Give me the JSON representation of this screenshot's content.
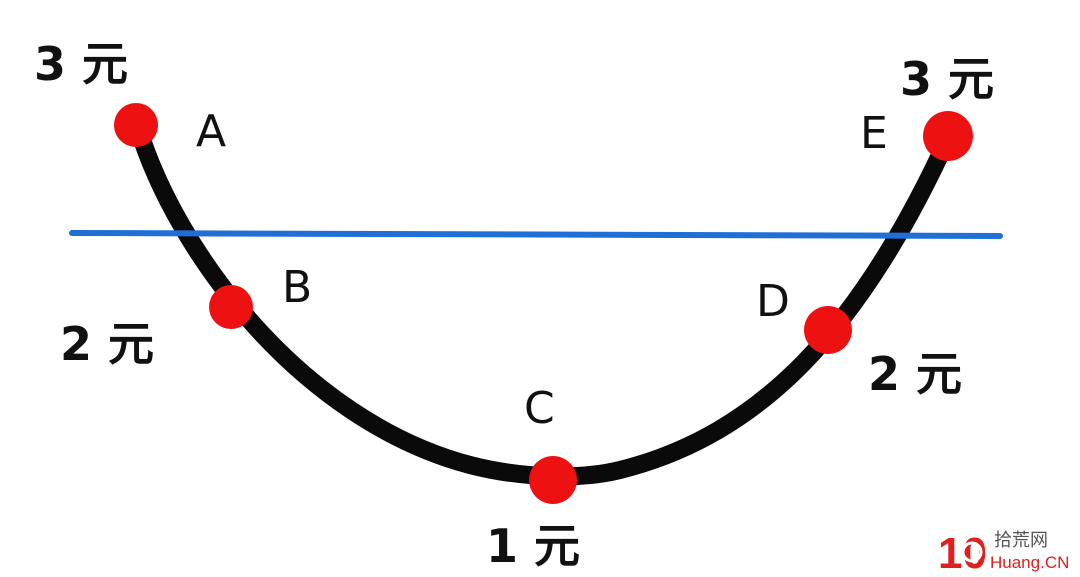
{
  "diagram": {
    "colors": {
      "curve": "#0a0a0a",
      "horizontal_line": "#1f6fd6",
      "point": "#ee1111",
      "text": "#111111"
    },
    "points": [
      {
        "id": "A",
        "label": "A",
        "price": "3 元"
      },
      {
        "id": "B",
        "label": "B",
        "price": "2 元"
      },
      {
        "id": "C",
        "label": "C",
        "price": "1 元"
      },
      {
        "id": "D",
        "label": "D",
        "price": "2 元"
      },
      {
        "id": "E",
        "label": "E",
        "price": "3 元"
      }
    ]
  },
  "watermark": {
    "logo_number": "10",
    "site_name": "拾荒网",
    "site_domain": "Huang.CN",
    "brand_color": "#e02020"
  }
}
